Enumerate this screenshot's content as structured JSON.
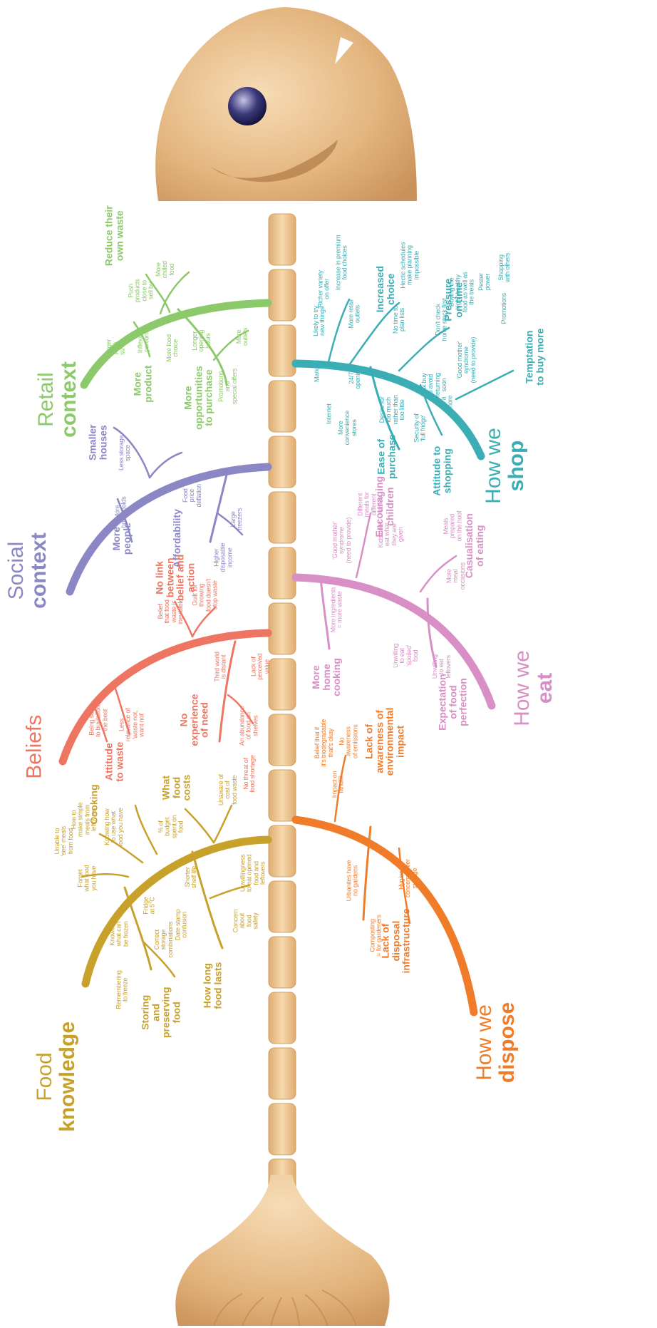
{
  "colors": {
    "retail": "#8cc96a",
    "social": "#8b87c4",
    "beliefs": "#ee7562",
    "food_knowledge": "#c8a12b",
    "shop": "#3aaeb4",
    "eat": "#d78fc5",
    "dispose": "#f07c2a",
    "fish": "#e8c08e"
  },
  "categories": {
    "retail": {
      "line1": "Retail",
      "line2": "context"
    },
    "social": {
      "line1": "Social",
      "line2": "context"
    },
    "beliefs": {
      "line1": "Beliefs",
      "line2": ""
    },
    "food": {
      "line1": "Food",
      "line2": "knowledge"
    },
    "shop": {
      "line1": "How we",
      "line2": "shop"
    },
    "eat": {
      "line1": "How we",
      "line2": "eat"
    },
    "dispose": {
      "line1": "How we",
      "line2": "dispose"
    }
  },
  "subcategories": {
    "retail_reduce": "Reduce their\nown waste",
    "retail_product": "More\nproduct",
    "retail_opps": "More\nopportunities\nto purchase",
    "social_houses": "Smaller\nhouses",
    "social_people": "More\npeople",
    "social_afford": "Affordability",
    "beliefs_nolink": "No link\nbetween\nbelief and\naction",
    "beliefs_attitude": "Attitude\nto waste",
    "beliefs_noexp": "No\nexperience\nof need",
    "food_cooking": "Cooking",
    "food_costs": "What\nfood\ncosts",
    "food_storing": "Storing\nand\npreserving\nfood",
    "food_lasts": "How long\nfood lasts",
    "shop_choice": "Increased\nchoice",
    "shop_pressure": "Pressure\non time",
    "shop_temptation": "Temptation\nto buy more",
    "shop_ease": "Ease of\npurchase",
    "shop_attitude": "Attitude to\nshopping",
    "eat_children": "Encouraging\nchildren",
    "eat_casual": "Casualisation\nof eating",
    "eat_home": "More\nhome\ncooking",
    "eat_perfection": "Expectation\nof food\nperfection",
    "dispose_awareness": "Lack of\nawareness of\nenvironmental\nimpact",
    "dispose_infra": "Lack of\ndisposal\ninfrastructure"
  },
  "details": {
    "r1": "More\nchilled\nfood",
    "r2": "Push\nproducts\nclose to\nsell by",
    "r3": "Larger\npack\nsizes",
    "r4": "Inflexible\nportions",
    "r5": "More food\nchoice",
    "r6": "Longer\nopening\nhours",
    "r7": "More\noutlets",
    "r8": "Promotions\nand\nspecial offers",
    "s1": "Less storage\nspace",
    "s2": "More\nhouseholds",
    "s3": "Food\nprice\ndeflation",
    "s4": "Large\nfreezers",
    "s5": "Higher\ndisposable\nincome",
    "b1": "Guilt for\nthrowing\nfood doesn't\nstop waste",
    "b2": "Belief\nthat food\nwaste is\ninevitable",
    "b3": "Being seen\nto buy/afford\nthe best",
    "b4": "Less\nrelevance of\n'waste not,\nwant not'",
    "b5": "Third world\nis distant",
    "b6": "Lack of\nperceived\nvalue",
    "b7": "An abundance\nof food on\nshelves",
    "b8": "No threat of\nfood shortage",
    "f1": "Unable to\n'see' meals\nfrom food",
    "f2": "How to\nmake simple\nmeals from\nleftovers",
    "f3": "Knowing how\nto use what\nfood you have",
    "f4": "Forget\nwhat food\nyou have",
    "f5": "% of\nbudget\nspent on\nfood",
    "f6": "Unaware of\ncost of\nfood waste",
    "f7": "Remembering\nto freeze",
    "f8": "Knowing\nwhat can\nbe frozen",
    "f9": "Correct\nstorage\ncombinations",
    "f10": "Fridge\nat 5°C",
    "f11": "Date stamp\nconfusion",
    "f12": "Shorter\nshelf life",
    "f13": "Concern\nabout\nfood\nsafety",
    "f14": "Unwillingness\nto eat opened\nfood and\nleftovers",
    "h1": "Increase in premium\nfood choices",
    "h2": "Richer variety\non offer",
    "h3": "Likely to try\nnew things",
    "h4": "More retail\noutlets",
    "h5": "Hectic schedules\nmake planning\nimpossible",
    "h6": "No time to\nplan lists",
    "h7": "Don't check\nhome stock first",
    "h8": "Buying the\n'right' healthy\nfood as well as\nthe treats",
    "h9": "Shopping\nwith others",
    "h10": "Pester\npower",
    "h11": "Promotions",
    "h12": "'Good mother'\nsyndrome\n(need to provide)",
    "h13": "Markets",
    "h14": "Internet",
    "h15": "24/7\nopening",
    "h16": "More\nconvenience\nstores",
    "h17": "Desire for\ntoo much\nrather than\ntoo little",
    "h18": "Bulk buy\nto avoid\nreturning\nsoon",
    "h19": "It's a\nchore",
    "h20": "Security of\n'full fridge'",
    "e1": "Different\nmeals for\ndifferent\ntastes",
    "e2": "'Good mother'\nsyndrome\n(need to provide)",
    "e3": "Kids don't\neat what\nthey are\ngiven",
    "e4": "Meals\nprepared\non the hoof",
    "e5": "More\nmeal\noccasions",
    "e6": "More ingredients\n= more waste",
    "e7": "Unwilling\nto eat\n'spoiled'\nfood",
    "e8": "Unwilling\nto eat\nleftovers",
    "d1": "Belief that if\nit's biodegradable\nthat's okay",
    "d2": "No\nawareness\nof emissions",
    "d3": "Impact on\nlandfill",
    "d4": "Urbanites have\nno gardens",
    "d5": "Hygiene\nconcerns over\nstorage",
    "d6": "Composting\n= for gardeners"
  }
}
